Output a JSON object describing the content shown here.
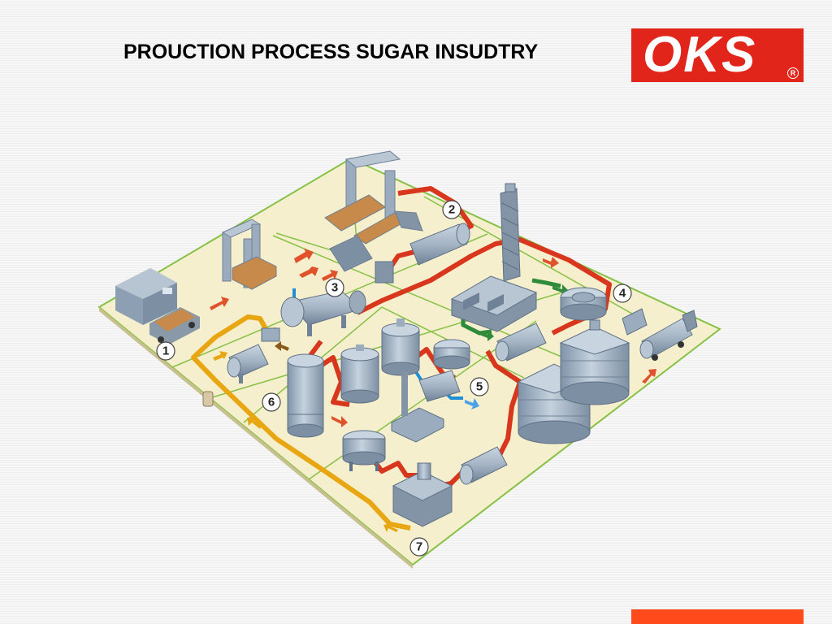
{
  "title": "PROUCTION PROCESS SUGAR INSUDTRY",
  "logo": {
    "text": "OKS",
    "registered_mark": "R",
    "background": "#e1251b"
  },
  "footer_bar_color": "#ff4a1c",
  "colors": {
    "ground": "#f6efce",
    "ground_border": "#8bc34a",
    "pipe_hot": "#d8371e",
    "pipe_yellow": "#e8a712",
    "pipe_green": "#2e8b3a",
    "pipe_blue": "#1f8fd6",
    "equipment": "#a6b6c6"
  },
  "stations": [
    {
      "label": "1"
    },
    {
      "label": "2"
    },
    {
      "label": "3"
    },
    {
      "label": "4"
    },
    {
      "label": "5"
    },
    {
      "label": "6"
    },
    {
      "label": "7"
    }
  ]
}
